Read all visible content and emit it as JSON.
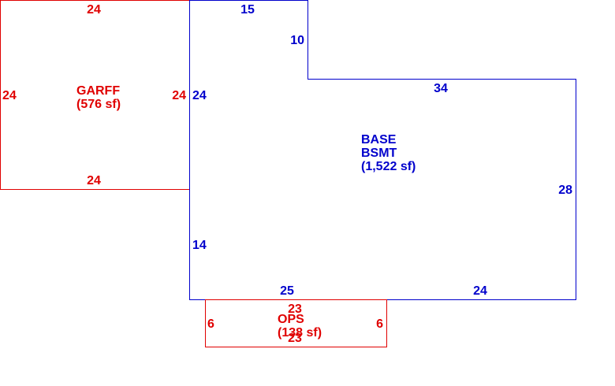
{
  "colors": {
    "garage": "#e00000",
    "basement": "#0000cc",
    "porch": "#e00000",
    "background": "#ffffff"
  },
  "garage": {
    "name": "GARFF",
    "area": "(576 sf)",
    "dims": {
      "top": "24",
      "bottom": "24",
      "left": "24",
      "right": "24"
    }
  },
  "basement": {
    "name_line1": "BASE",
    "name_line2": "BSMT",
    "area": "(1,522 sf)",
    "dims": {
      "top": "15",
      "notch": "10",
      "step": "34",
      "left_upper": "24",
      "left_lower": "14",
      "right": "28",
      "bottom_left": "25",
      "bottom_right": "24"
    }
  },
  "porch": {
    "name": "OPS",
    "area": "(138 sf)",
    "dims": {
      "top": "23",
      "bottom": "23",
      "left": "6",
      "right": "6"
    }
  }
}
